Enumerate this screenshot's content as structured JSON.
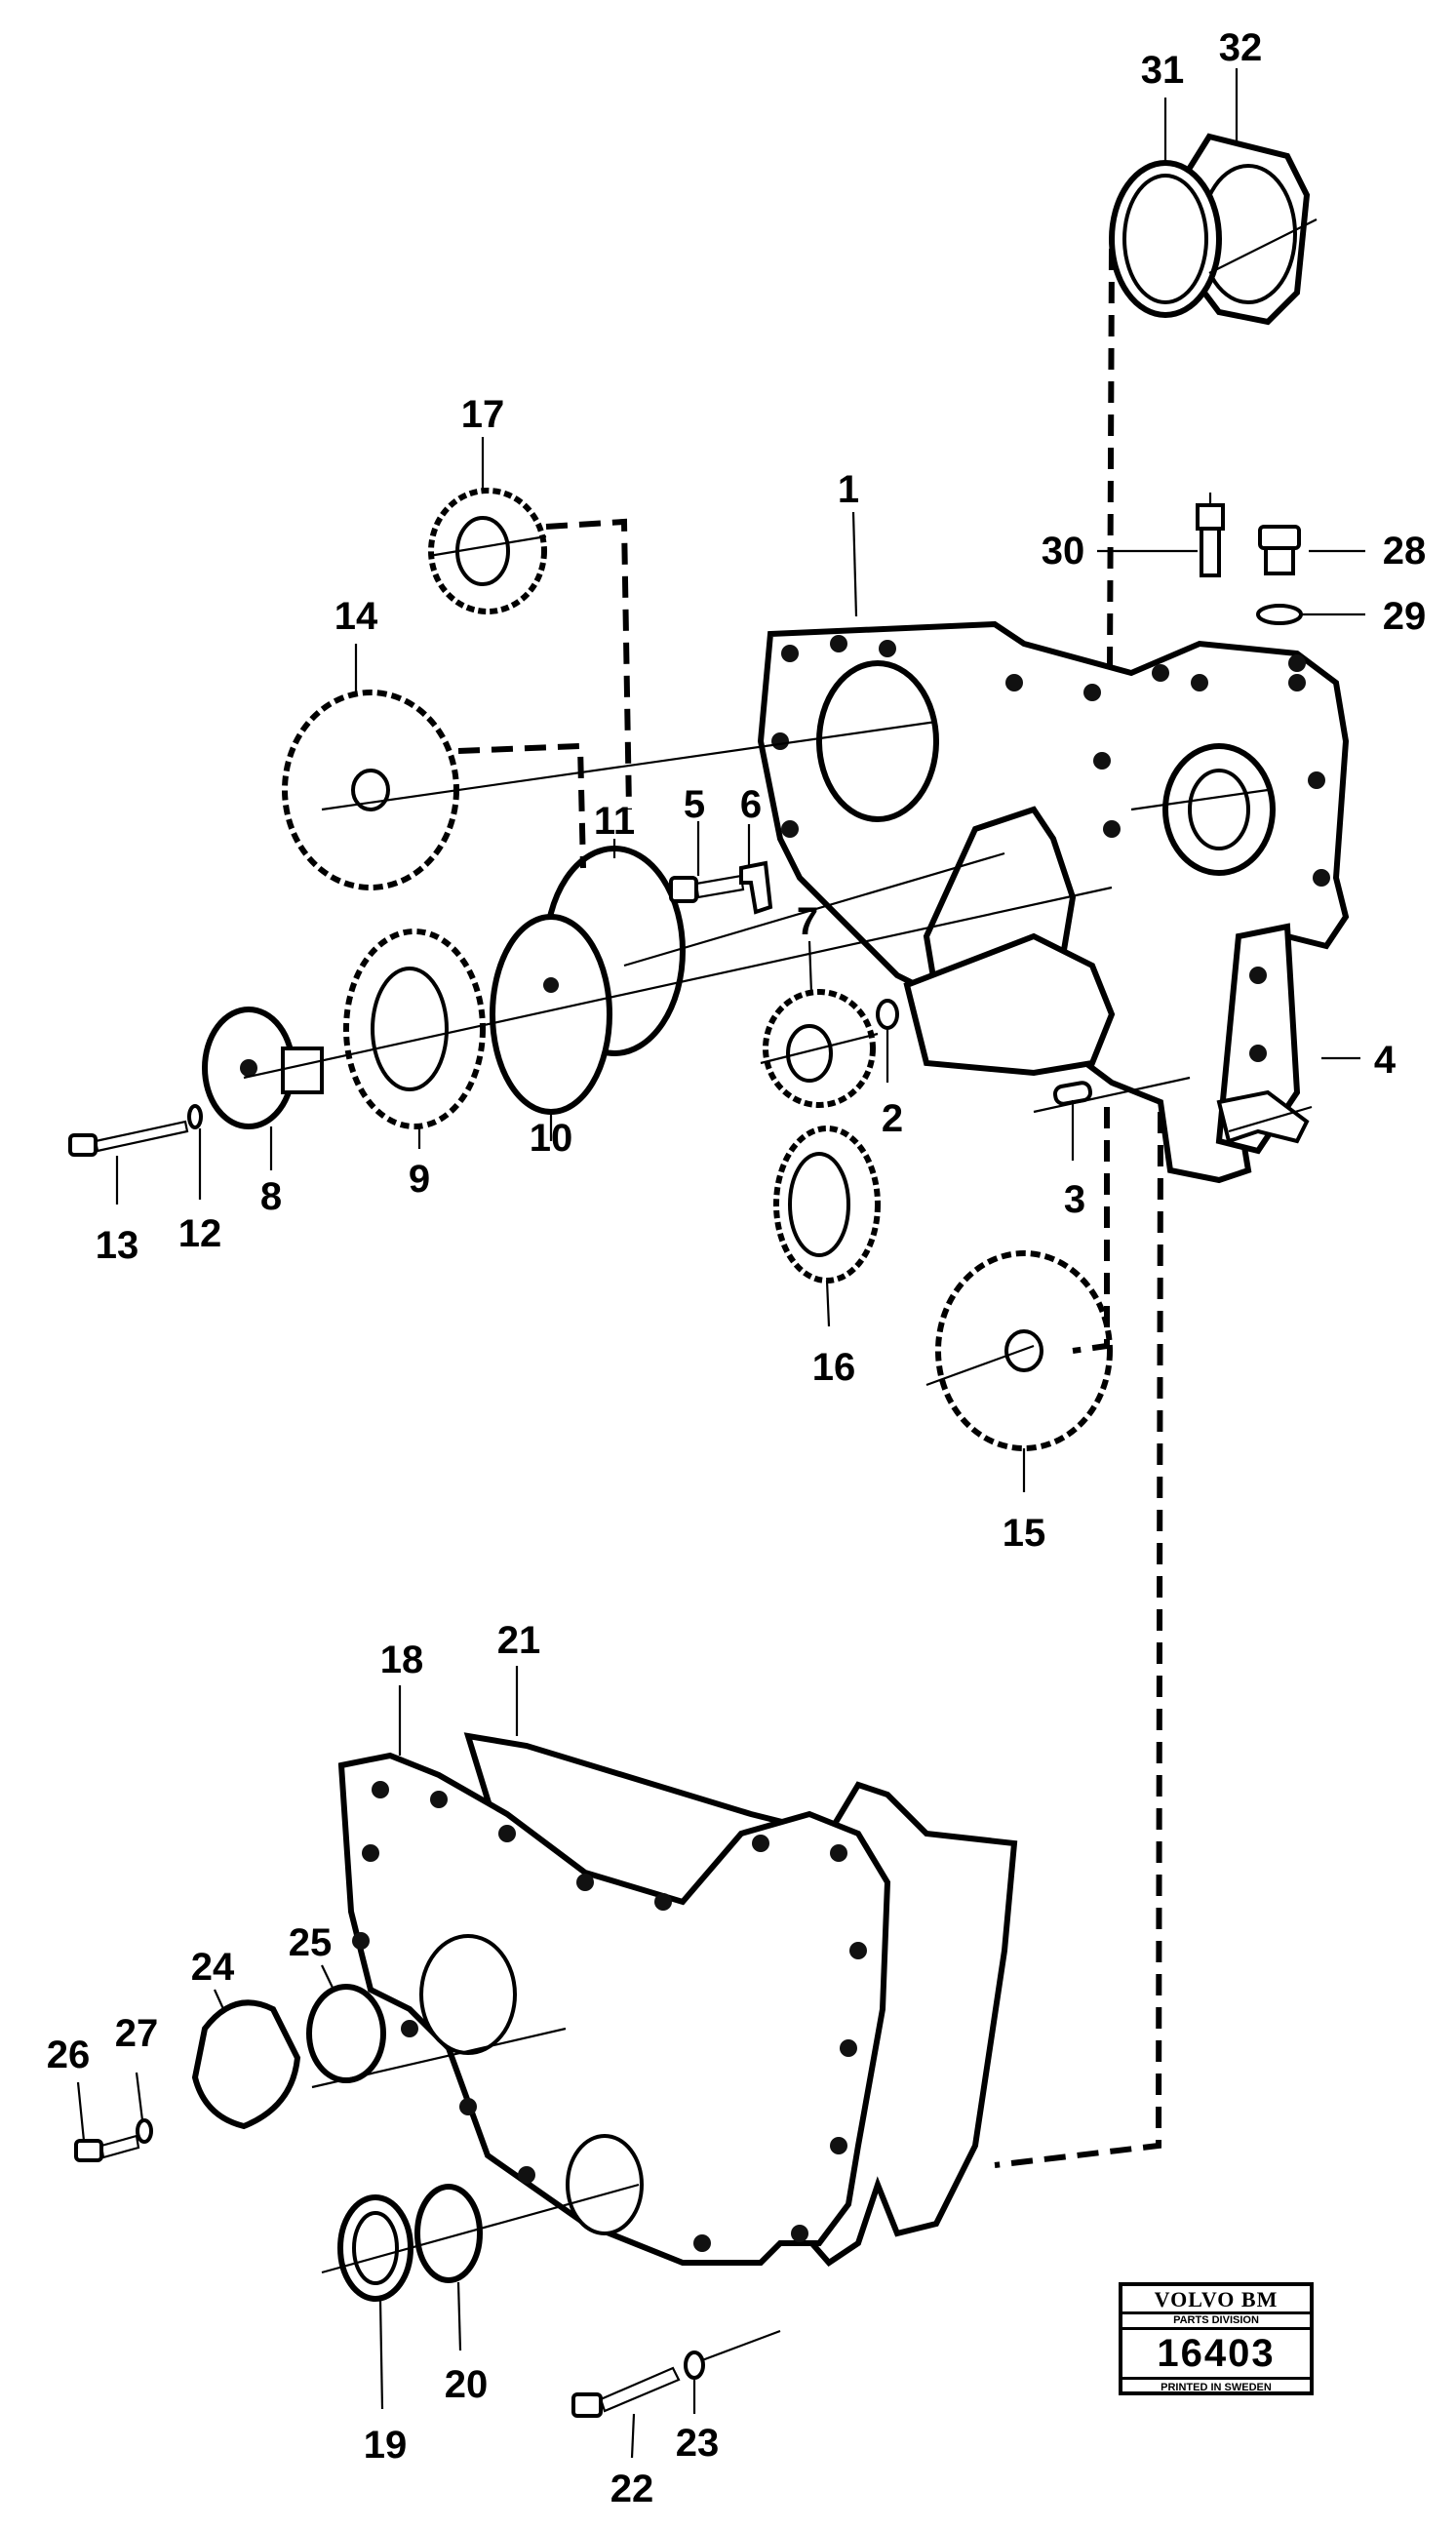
{
  "callouts": {
    "c1": "1",
    "c2": "2",
    "c3": "3",
    "c4": "4",
    "c5": "5",
    "c6": "6",
    "c7": "7",
    "c8": "8",
    "c9": "9",
    "c10": "10",
    "c11": "11",
    "c12": "12",
    "c13": "13",
    "c14": "14",
    "c15": "15",
    "c16": "16",
    "c17": "17",
    "c18": "18",
    "c19": "19",
    "c20": "20",
    "c21": "21",
    "c22": "22",
    "c23": "23",
    "c24": "24",
    "c25": "25",
    "c26": "26",
    "c27": "27",
    "c28": "28",
    "c29": "29",
    "c30": "30",
    "c31": "31",
    "c32": "32"
  },
  "stamp": {
    "brand": "VOLVO BM",
    "division": "PARTS DIVISION",
    "number": "16403",
    "printed": "PRINTED IN SWEDEN"
  }
}
